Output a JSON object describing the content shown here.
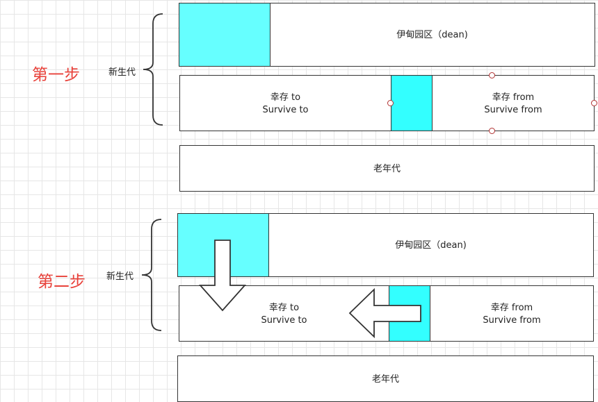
{
  "step1": {
    "title": "第一步",
    "young_gen": "新生代",
    "eden": "伊甸园区（dean)",
    "to_cn": "幸存 to",
    "to_en": "Survive to",
    "from_cn": "幸存 from",
    "from_en": "Survive from",
    "old_gen": "老年代"
  },
  "step2": {
    "title": "第二步",
    "young_gen": "新生代",
    "eden": "伊甸园区（dean)",
    "to_cn": "幸存 to",
    "to_en": "Survive to",
    "from_cn": "幸存 from",
    "from_en": "Survive from",
    "old_gen": "老年代"
  },
  "colors": {
    "occupied": "#66ffff",
    "step_label": "#e8413a"
  }
}
